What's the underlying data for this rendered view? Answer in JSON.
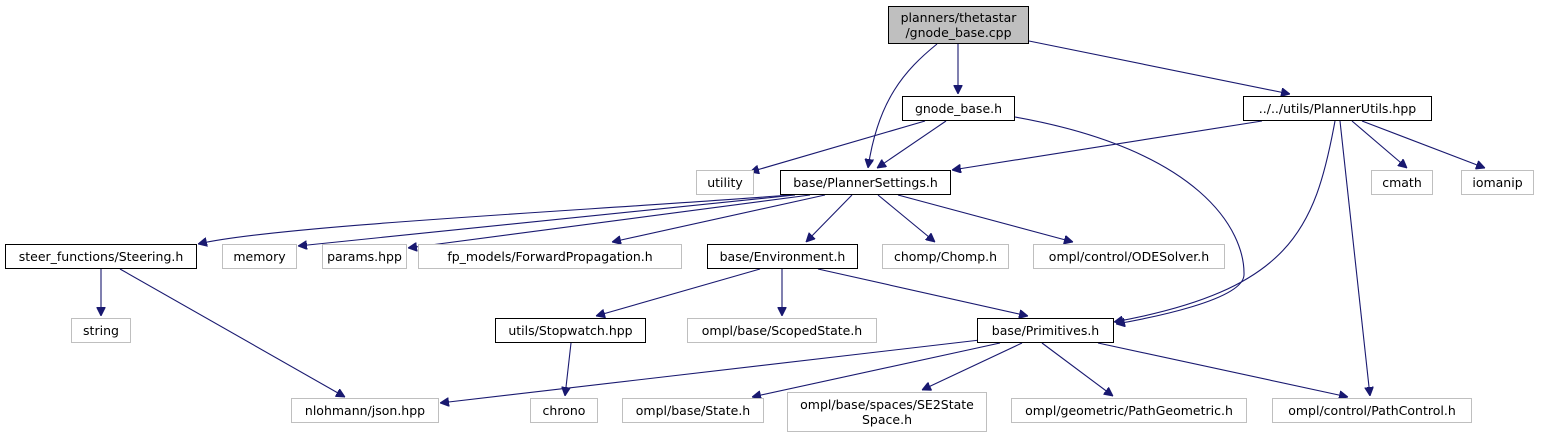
{
  "graph": {
    "root": "planners/thetastar\n/gnode_base.cpp",
    "nodes": {
      "gnode_base_h": "gnode_base.h",
      "planner_utils": "../../utils/PlannerUtils.hpp",
      "utility": "utility",
      "planner_settings": "base/PlannerSettings.h",
      "cmath": "cmath",
      "iomanip": "iomanip",
      "steering": "steer_functions/Steering.h",
      "memory": "memory",
      "params": "params.hpp",
      "forward_propagation": "fp_models/ForwardPropagation.h",
      "environment": "base/Environment.h",
      "chomp": "chomp/Chomp.h",
      "ode_solver": "ompl/control/ODESolver.h",
      "string": "string",
      "stopwatch": "utils/Stopwatch.hpp",
      "scoped_state": "ompl/base/ScopedState.h",
      "primitives": "base/Primitives.h",
      "json": "nlohmann/json.hpp",
      "chrono": "chrono",
      "state": "ompl/base/State.h",
      "se2_state_space": "ompl/base/spaces/SE2State\nSpace.h",
      "path_geometric": "ompl/geometric/PathGeometric.h",
      "path_control": "ompl/control/PathControl.h"
    }
  },
  "colors": {
    "edge": "#191970",
    "local_border": "#000000",
    "system_border": "#bfbfbf",
    "root_fill": "#bfbfbf"
  }
}
